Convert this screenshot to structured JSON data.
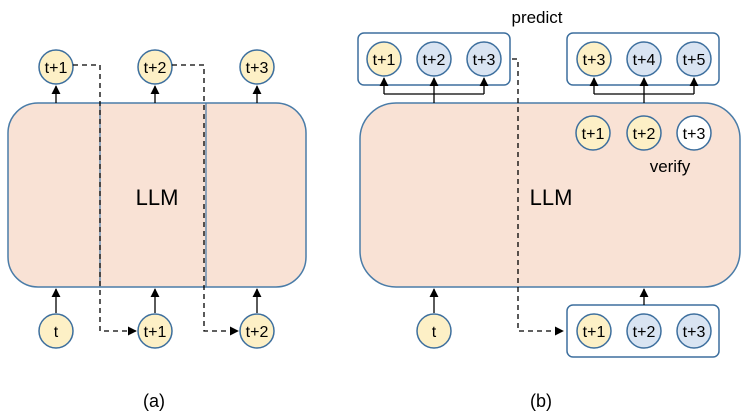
{
  "panel_a": {
    "llm_label": "LLM",
    "outputs": [
      "t+1",
      "t+2",
      "t+3"
    ],
    "inputs": [
      "t",
      "t+1",
      "t+2"
    ],
    "caption": "(a)"
  },
  "panel_b": {
    "llm_label": "LLM",
    "predict_label": "predict",
    "verify_label": "verify",
    "predict_group_1": [
      "t+1",
      "t+2",
      "t+3"
    ],
    "predict_group_2": [
      "t+3",
      "t+4",
      "t+5"
    ],
    "verify_tokens": [
      "t+1",
      "t+2",
      "t+3"
    ],
    "input_token": "t",
    "input_group": [
      "t+1",
      "t+2",
      "t+3"
    ],
    "caption": "(b)"
  },
  "colors": {
    "llm_fill": "#f9e2d5",
    "llm_stroke": "#4a7ca8",
    "token_yellow": "#fdf0c6",
    "token_blue": "#d9e4f2",
    "token_white": "#ffffff",
    "circle_stroke": "#3d6f9e"
  }
}
